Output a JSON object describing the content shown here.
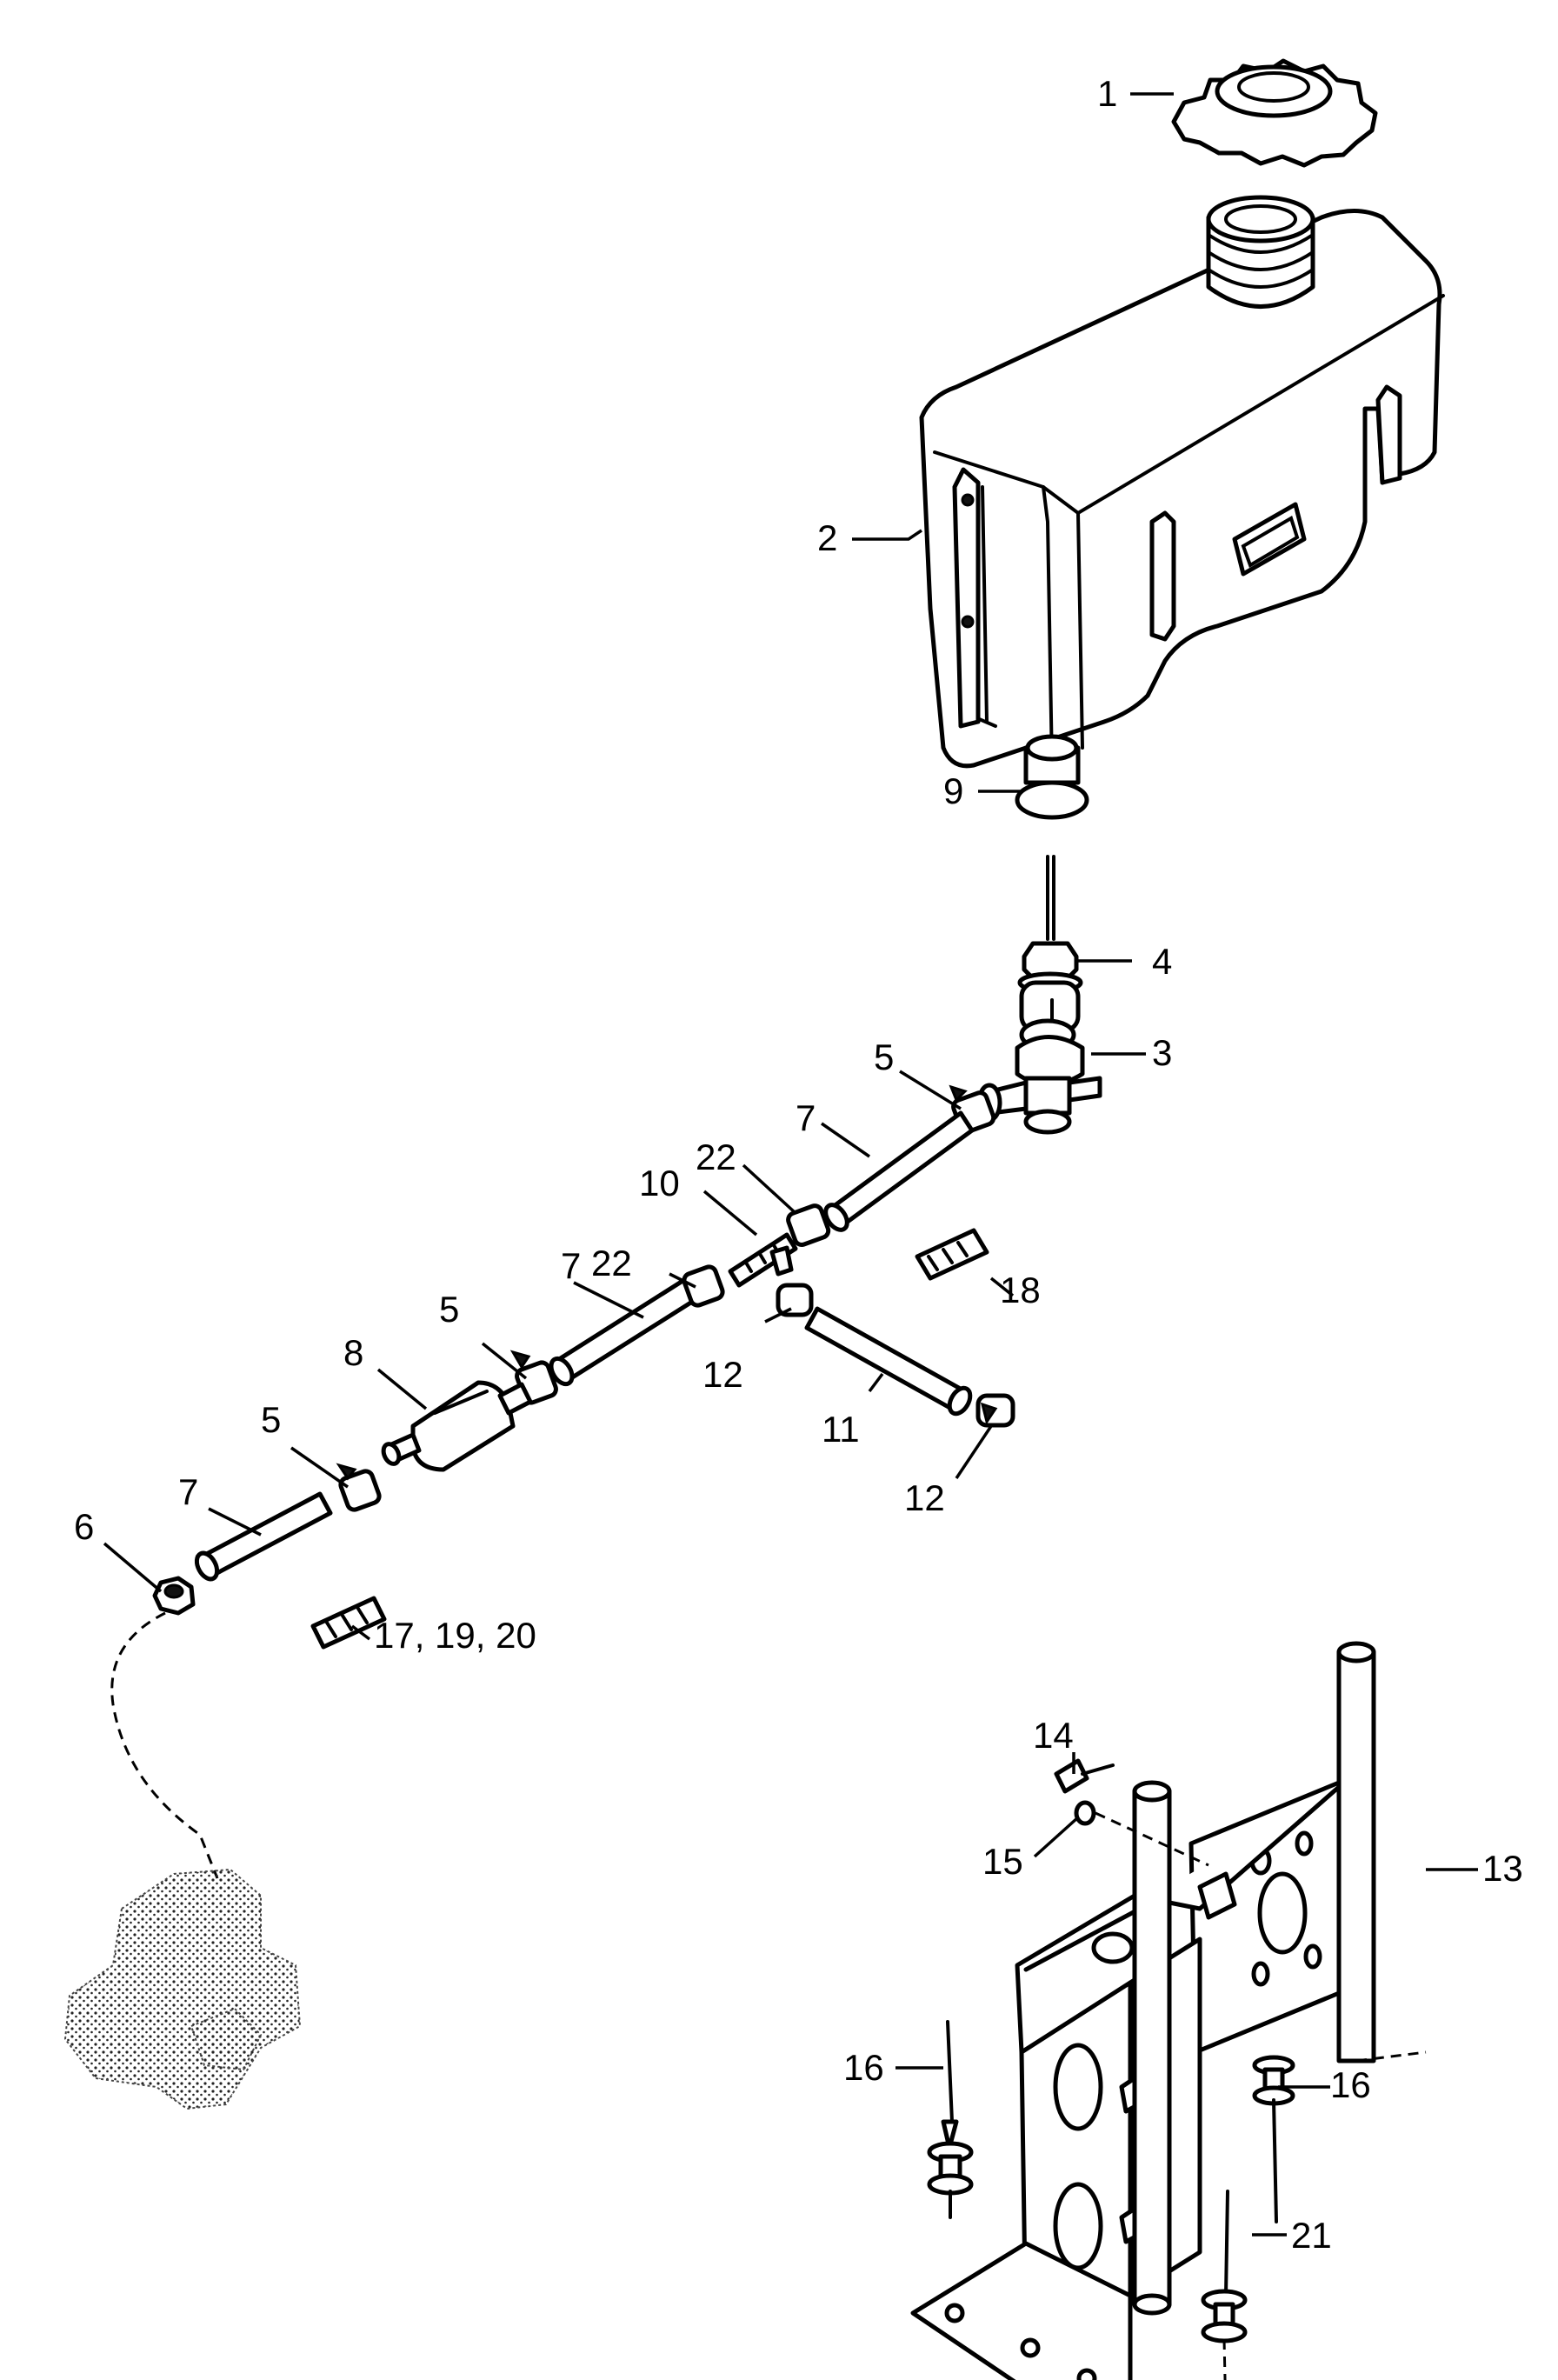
{
  "callouts": {
    "c1": "1",
    "c2": "2",
    "c3": "3",
    "c4": "4",
    "c5a": "5",
    "c5b": "5",
    "c5c": "5",
    "c6": "6",
    "c7a": "7",
    "c7b": "7",
    "c7c": "7",
    "c8": "8",
    "c9": "9",
    "c10": "10",
    "c11": "11",
    "c12a": "12",
    "c12b": "12",
    "c13": "13",
    "c14": "14",
    "c15": "15",
    "c16a": "16",
    "c16b": "16",
    "c17": "17, 19, 20",
    "c18": "18",
    "c21": "21",
    "c22a": "22",
    "c22b": "22"
  }
}
